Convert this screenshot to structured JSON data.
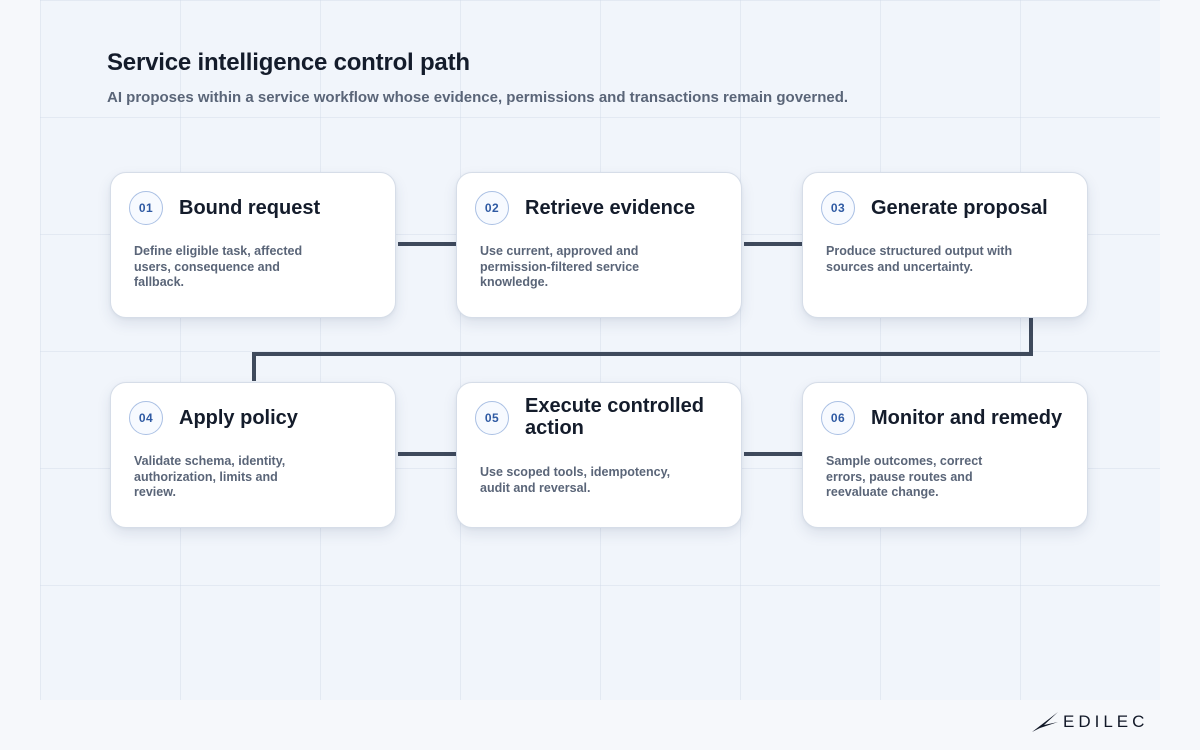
{
  "header": {
    "title": "Service intelligence control path",
    "subtitle": "AI proposes within a service workflow whose evidence, permissions and transactions remain governed."
  },
  "steps": [
    {
      "number": "01",
      "title": "Bound request",
      "description": "Define eligible task, affected users, consequence and fallback."
    },
    {
      "number": "02",
      "title": "Retrieve evidence",
      "description": "Use current, approved and permission-filtered service knowledge."
    },
    {
      "number": "03",
      "title": "Generate proposal",
      "description": "Produce structured output with sources and uncertainty."
    },
    {
      "number": "04",
      "title": "Apply policy",
      "description": "Validate schema, identity, authorization, limits and review."
    },
    {
      "number": "05",
      "title": "Execute controlled action",
      "description": "Use scoped tools, idempotency, audit and reversal."
    },
    {
      "number": "06",
      "title": "Monitor and remedy",
      "description": "Sample outcomes, correct errors, pause routes and reevaluate change."
    }
  ],
  "logo": {
    "text": "EDILEC"
  },
  "colors": {
    "connector": "#3f4a5c",
    "badge_border": "#aac0e4",
    "badge_text": "#2f5aa3",
    "title_text": "#141c2b",
    "body_text": "#5a6578"
  }
}
